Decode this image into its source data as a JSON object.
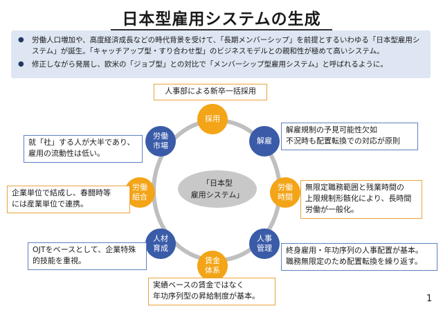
{
  "title": "日本型雇用システムの生成",
  "intro": [
    "労働人口増加や、高度経済成長などの時代背景を受けて、「長期メンバーシップ」を前提とするいわゆる「日本型雇用システム」が誕生。「キャッチアップ型・すり合わせ型」のビジネスモデルとの親和性が極めて高いシステム。",
    "修正しながら発展し、欧米の「ジョブ型」との対比で「メンバーシップ型雇用システム」と呼ばれるように。"
  ],
  "center": "「日本型\n雇用システム」",
  "nodes": {
    "saiyou": "採用",
    "kaiko": "解雇",
    "roudou_jikan": "労働\n時間",
    "jinji_kanri": "人事\n管理",
    "chingin": "賃金\n体系",
    "jinzai": "人材\n育成",
    "roudou_kumiai": "労働\n組合",
    "roudou_shijou": "労働\n市場"
  },
  "boxes": {
    "saiyou": "人事部による新卒一括採用",
    "kaiko": "解雇規制の予見可能性欠如\n不況時も配置転換での対応が原則",
    "roudou_jikan": "無限定職務範囲と残業時間の\n上限規制形骸化により、長時間\n労働が一般化。",
    "jinji_kanri": "終身雇用・年功序列の人事配置が基本。\n職務無限定のため配置転換を繰り返す。",
    "chingin": "実績ベースの賃金ではなく\n年功序列型の昇給制度が基本。",
    "jinzai": "OJTをベースとして、企業特殊\n的技能を重視。",
    "roudou_kumiai": "企業単位で結成し、春闘時等\nには産業単位で連携。",
    "roudou_shijou": "就「社」する人が大半であり、\n雇用の流動性は低い。"
  },
  "page_number": "1",
  "colors": {
    "blue_node": "#3a5ba8",
    "orange_node": "#f3a417",
    "ring": "#bfbfbf",
    "intro_bg": "#dde6f2"
  }
}
